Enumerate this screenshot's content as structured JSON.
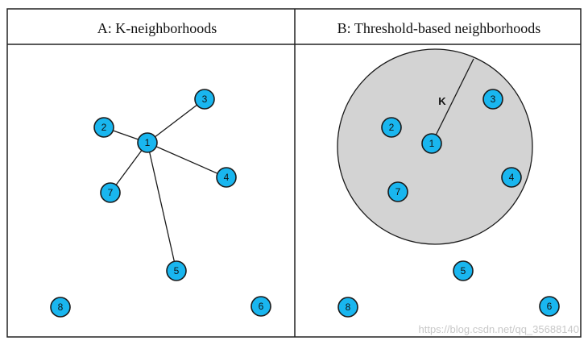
{
  "panels": [
    {
      "title": "A: K-neighborhoods",
      "nodes": [
        "1",
        "2",
        "3",
        "4",
        "5",
        "6",
        "7",
        "8"
      ],
      "edges": [
        [
          "1",
          "2"
        ],
        [
          "1",
          "3"
        ],
        [
          "1",
          "4"
        ],
        [
          "1",
          "5"
        ],
        [
          "1",
          "7"
        ]
      ]
    },
    {
      "title": "B: Threshold-based neighborhoods",
      "radius_label": "K",
      "nodes": [
        "1",
        "2",
        "3",
        "4",
        "5",
        "6",
        "7",
        "8"
      ]
    }
  ],
  "watermark": "https://blog.csdn.net/qq_35688140",
  "colors": {
    "node_fill": "#19b6ef",
    "node_stroke": "#1a1a1a",
    "threshold_circle_fill": "#d3d3d3",
    "frame": "#222222"
  }
}
